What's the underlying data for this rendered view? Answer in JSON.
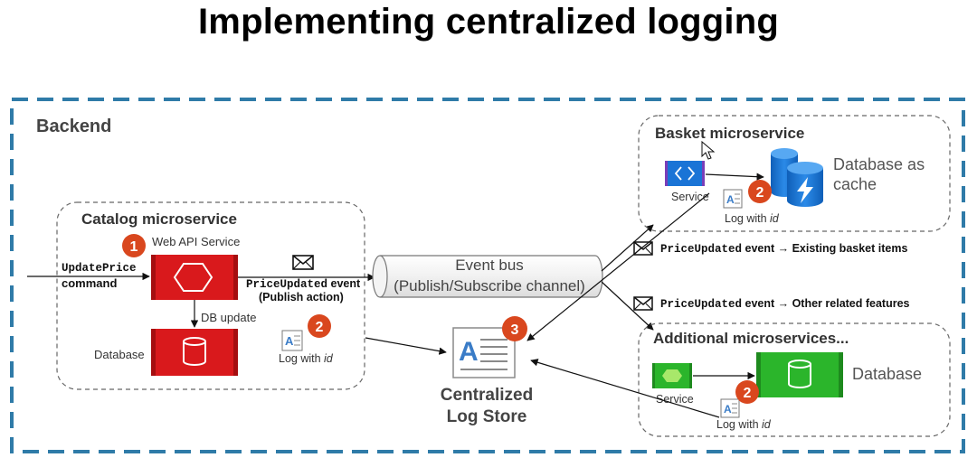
{
  "title": "Implementing centralized logging",
  "backend": {
    "label": "Backend"
  },
  "catalog": {
    "label": "Catalog microservice",
    "web_api_label": "Web API Service",
    "db_update_label": "DB update",
    "database_label": "Database",
    "log_label_prefix": "Log with ",
    "log_label_id": "id",
    "step_web_api": "1",
    "step_log": "2"
  },
  "command": {
    "name": "UpdatePrice",
    "suffix": "command"
  },
  "publish": {
    "event_name": "PriceUpdated",
    "event_suffix": " event",
    "action": "(Publish action)"
  },
  "event_bus": {
    "line1": "Event bus",
    "line2": "(Publish/Subscribe channel)"
  },
  "log_store": {
    "line1": "Centralized",
    "line2": "Log Store",
    "step": "3"
  },
  "subscriptions": [
    {
      "event_name": "PriceUpdated",
      "text": " event → Existing basket items"
    },
    {
      "event_name": "PriceUpdated",
      "text": " event → Other related features"
    }
  ],
  "basket": {
    "label": "Basket microservice",
    "service_label": "Service",
    "db_line1": "Database as",
    "db_line2": "cache",
    "log_label_prefix": "Log with ",
    "log_label_id": "id",
    "step": "2"
  },
  "additional": {
    "label": "Additional microservices...",
    "service_label": "Service",
    "database_label": "Database",
    "log_label_prefix": "Log with ",
    "log_label_id": "id",
    "step": "2"
  },
  "colors": {
    "dash_border": "#2F7BA8",
    "catalog_red": "#D9191C",
    "catalog_red_dark": "#A50E10",
    "azure_blue": "#1A74D6",
    "green": "#2BB52B",
    "badge_red": "#D9471E",
    "log_blue": "#3A7CC7"
  }
}
